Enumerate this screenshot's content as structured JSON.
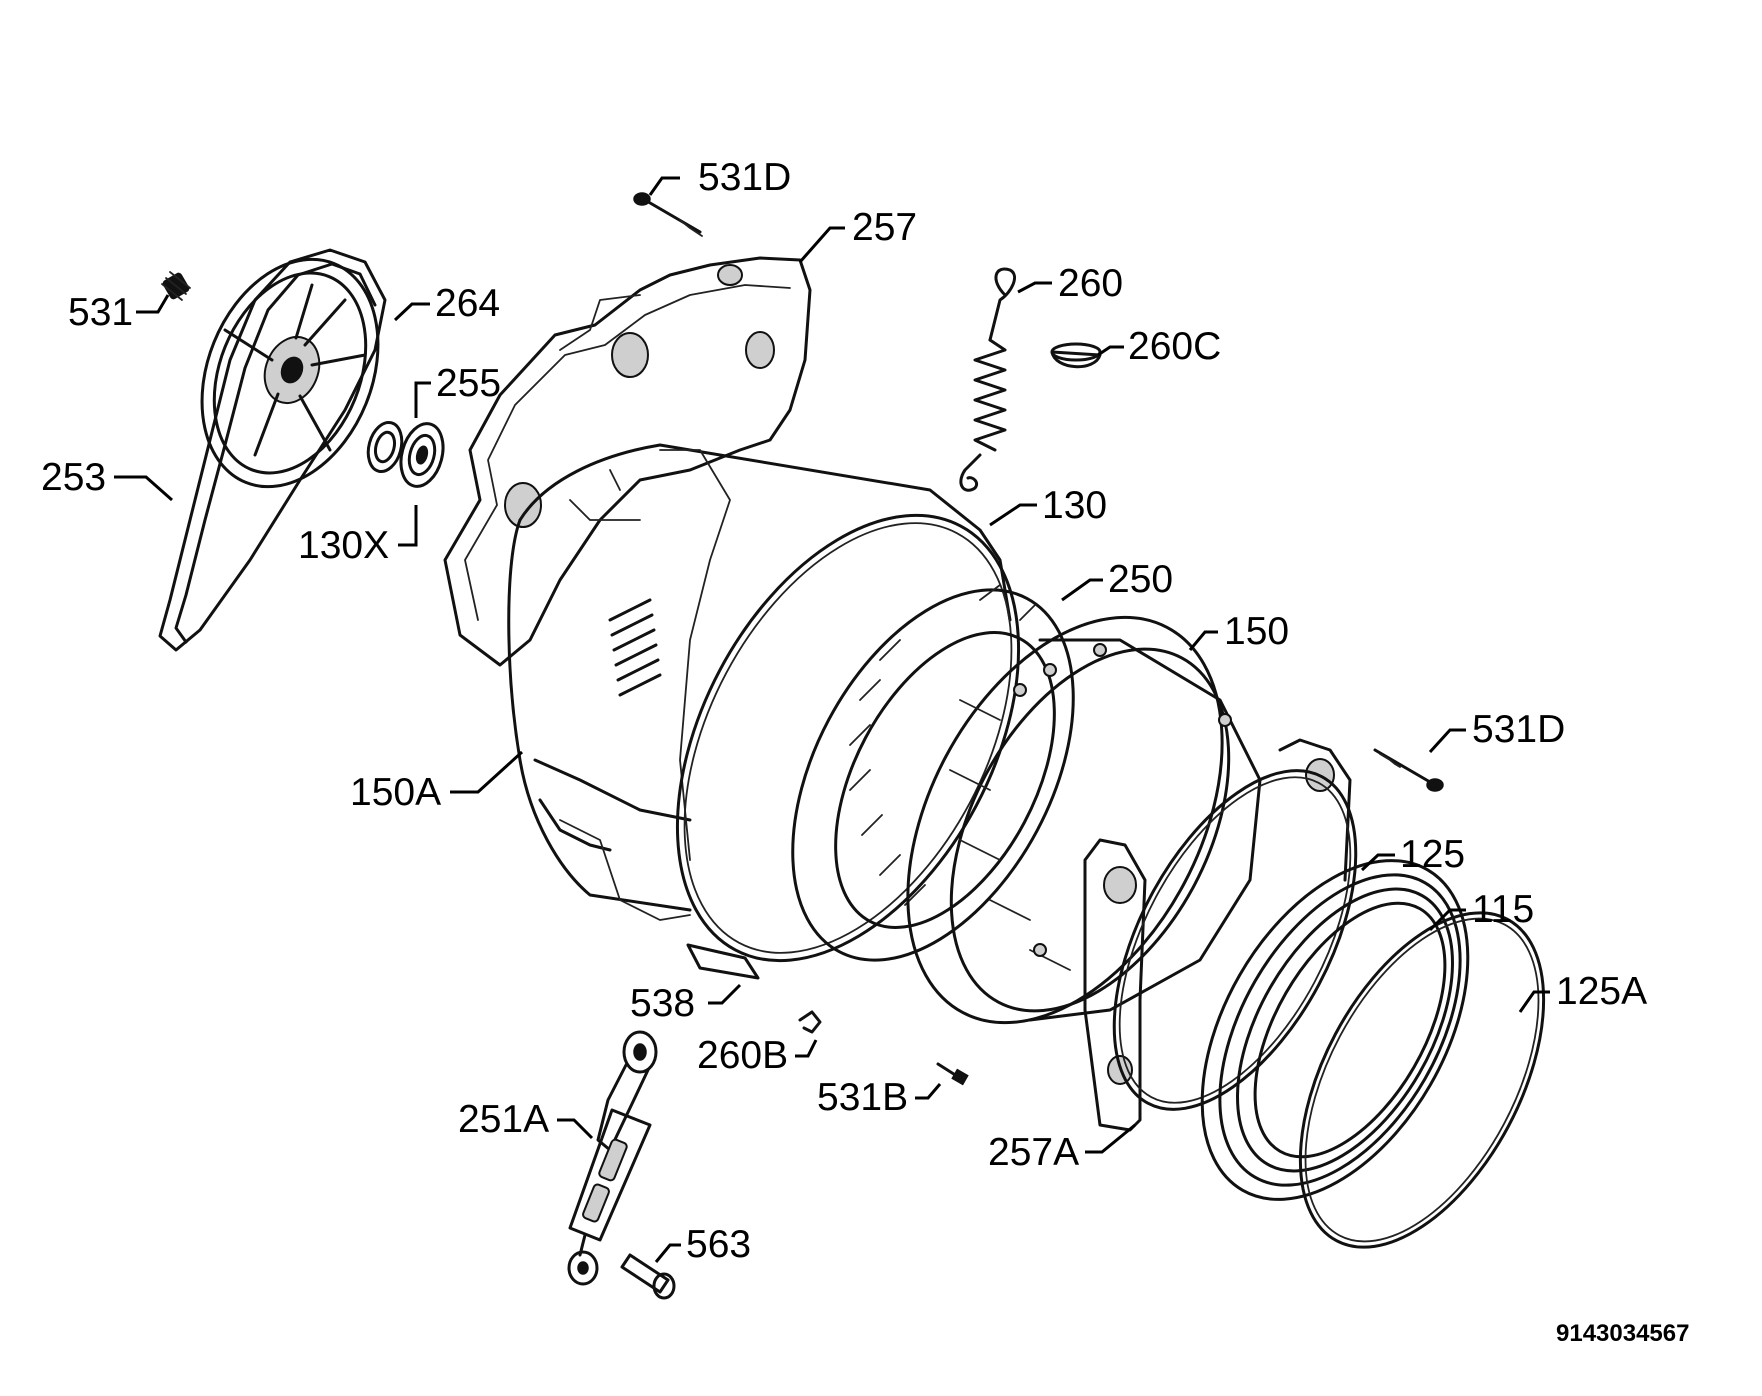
{
  "labels": {
    "l531D_top": "531D",
    "l257": "257",
    "l531": "531",
    "l264": "264",
    "l260": "260",
    "l260C": "260C",
    "l255": "255",
    "l253": "253",
    "l130X": "130X",
    "l130": "130",
    "l250": "250",
    "l150": "150",
    "l531D_right": "531D",
    "l150A": "150A",
    "l125": "125",
    "l115": "115",
    "l125A": "125A",
    "l538": "538",
    "l260B": "260B",
    "l531B": "531B",
    "l251A": "251A",
    "l257A": "257A",
    "l563": "563"
  },
  "reference_number": "9143034567"
}
